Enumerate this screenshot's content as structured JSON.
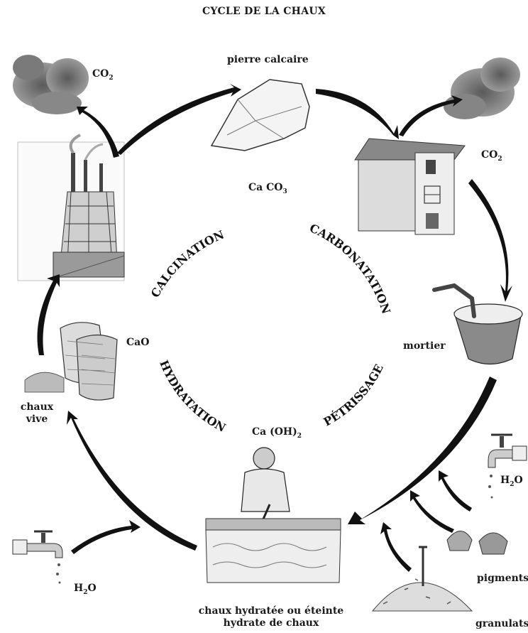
{
  "title": "CYCLE DE LA CHAUX",
  "stages": {
    "limestone": {
      "name": "pierre calcaire",
      "formula_main": "Ca CO",
      "formula_sub": "3"
    },
    "quicklime": {
      "formula": "CaO",
      "name_line1": "chaux",
      "name_line2": "vive"
    },
    "slaked_lime": {
      "formula_main": "Ca (OH)",
      "formula_sub": "2",
      "name_line1": "chaux hydratée ou éteinte",
      "name_line2": "hydrate de chaux"
    },
    "mortar": {
      "name": "mortier"
    }
  },
  "processes": {
    "calcination": "CALCINATION",
    "carbonatation": "CARBONATATION",
    "hydratation": "HYDRATATION",
    "petrissage": "PÉTRISSAGE"
  },
  "inputs_outputs": {
    "co2_left": {
      "main": "CO",
      "sub": "2"
    },
    "co2_right": {
      "main": "CO",
      "sub": "2"
    },
    "h2o_left": {
      "pre": "H",
      "sub": "2",
      "post": "O"
    },
    "h2o_right": {
      "pre": "H",
      "sub": "2",
      "post": "O"
    },
    "pigments": "pigments",
    "granulats": "granulats"
  }
}
